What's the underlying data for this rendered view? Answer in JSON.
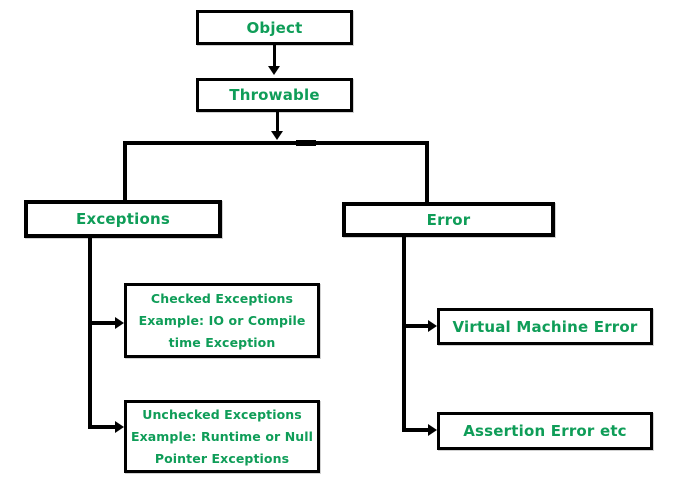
{
  "diagram": {
    "type": "hierarchy",
    "subject": "Java Throwable class hierarchy",
    "colors": {
      "node_text": "#0f9d58",
      "node_border": "#000000",
      "connector": "#000000",
      "background": "#ffffff"
    },
    "nodes": {
      "object": {
        "label": "Object"
      },
      "throwable": {
        "label": "Throwable"
      },
      "exceptions": {
        "label": "Exceptions"
      },
      "error": {
        "label": "Error"
      },
      "checked_exceptions": {
        "lines": [
          "Checked Exceptions",
          "Example: IO or Compile",
          "time Exception"
        ]
      },
      "unchecked_exceptions": {
        "lines": [
          "Unchecked Exceptions",
          "Example: Runtime or Null",
          "Pointer Exceptions"
        ]
      },
      "virtual_machine_error": {
        "label": "Virtual Machine Error"
      },
      "assertion_error": {
        "label": "Assertion Error etc"
      }
    },
    "edges": [
      {
        "from": "Object",
        "to": "Throwable"
      },
      {
        "from": "Throwable",
        "to": "Exceptions"
      },
      {
        "from": "Throwable",
        "to": "Error"
      },
      {
        "from": "Exceptions",
        "to": "Checked Exceptions"
      },
      {
        "from": "Exceptions",
        "to": "Unchecked Exceptions"
      },
      {
        "from": "Error",
        "to": "Virtual Machine Error"
      },
      {
        "from": "Error",
        "to": "Assertion Error etc"
      }
    ]
  }
}
